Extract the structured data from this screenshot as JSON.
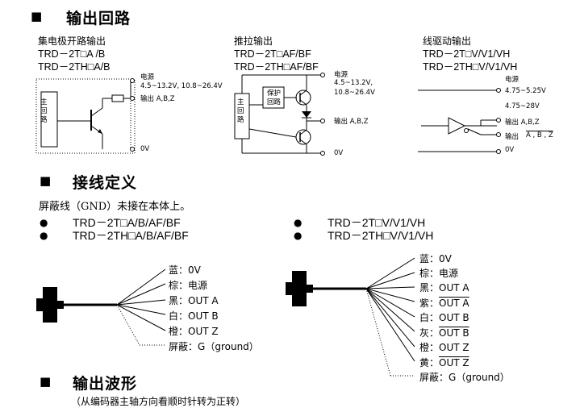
{
  "sections": {
    "output_circuit": {
      "bullet": "■",
      "title": "输出回路"
    },
    "wiring": {
      "bullet": "■",
      "title": "接线定义",
      "note": "屏蔽线（GND）未接在本体上。"
    },
    "waveform": {
      "bullet": "■",
      "title": "输出波形",
      "note": "（从编码器主轴方向看顺时针转为正转）"
    }
  },
  "circuits": {
    "open_collector": {
      "title": "集电极开路输出",
      "models": [
        "TRD－2T□A /B",
        "TRD－2TH□A/B"
      ],
      "box_label": "主回路",
      "power_label": "电源",
      "voltage": "4.5~13.2V, 10.8~26.4V",
      "output_label": "输出  A,B,Z",
      "zero_label": "0V"
    },
    "push_pull": {
      "title": "推拉输出",
      "models": [
        "TRD－2T□AF/BF",
        "TRD－2TH□AF/BF"
      ],
      "box_label": "主回路",
      "protect_label": "保护回路",
      "power_label": "电源",
      "voltage_1": "4.5~13.2V,",
      "voltage_2": "10.8~26.4V",
      "output_label": "输出  A,B,Z",
      "zero_label": "0V"
    },
    "line_driver": {
      "title": "线驱动输出",
      "models": [
        "TRD－2T□V/V1/VH",
        "TRD－2TH□V/V1/VH"
      ],
      "power_label": "电源",
      "voltage_1": "4.75~5.25V",
      "voltage_2": "4.75~28V",
      "output_label_1": "输出  A,B,Z",
      "output_label_2_prefix": "输出",
      "output_label_2": "A , B , Z",
      "zero_label": "0V"
    }
  },
  "wiring_left": {
    "models": [
      "TRD－2T□A/B/AF/BF",
      "TRD－2TH□A/B/AF/BF"
    ],
    "wires": [
      {
        "color": "蓝",
        "signal": "0V"
      },
      {
        "color": "棕",
        "signal": "电源"
      },
      {
        "color": "黑",
        "signal": "OUT A"
      },
      {
        "color": "白",
        "signal": "OUT B"
      },
      {
        "color": "橙",
        "signal": "OUT Z"
      },
      {
        "color": "屏蔽",
        "signal": "G（ground）"
      }
    ]
  },
  "wiring_right": {
    "models": [
      "TRD－2T□V/V1/VH",
      "TRD－2TH□V/V1/VH"
    ],
    "wires": [
      {
        "color": "蓝",
        "signal": "0V"
      },
      {
        "color": "棕",
        "signal": "电源"
      },
      {
        "color": "黑",
        "signal": "OUT A"
      },
      {
        "color": "紫",
        "signal": "OUT A"
      },
      {
        "color": "白",
        "signal": "OUT B"
      },
      {
        "color": "灰",
        "signal": "OUT B"
      },
      {
        "color": "橙",
        "signal": "OUT Z"
      },
      {
        "color": "黄",
        "signal": "OUT Z"
      },
      {
        "color": "屏蔽",
        "signal": "G（ground）"
      }
    ]
  }
}
